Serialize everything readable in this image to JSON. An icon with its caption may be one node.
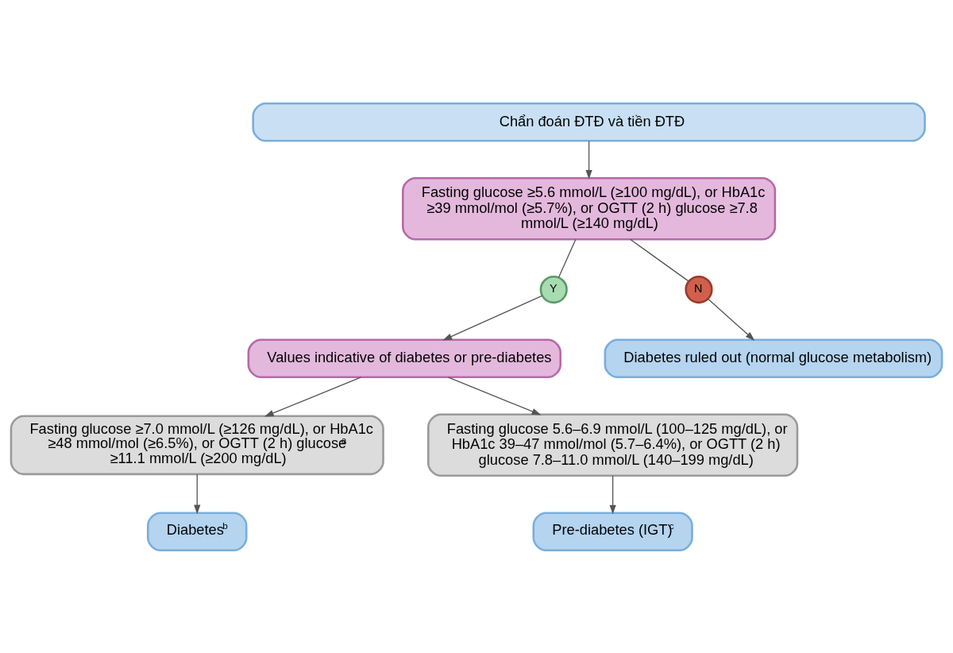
{
  "diagram": {
    "nodes": [
      {
        "text": [
          "Chẩn đoán ĐTĐ và tiền ĐTĐ"
        ]
      },
      {
        "text": [
          "Fasting glucose ≥5.6 mmol/L (≥100 mg/dL), or HbA1c ≥39 mmol/mol (≥5.7%), or OGTT (2 h) glucose ≥7.8 mmol/L (≥140 mg/dL)"
        ]
      },
      {
        "text": [
          "Y"
        ]
      },
      {
        "text": [
          "N"
        ]
      },
      {
        "text": [
          "Values indicative of diabetes or pre-diabetes"
        ]
      },
      {
        "text": [
          "Diabetes ruled out (normal glucose metabolism)"
        ]
      },
      {
        "text": [
          "Fasting glucose ≥7.0 mmol/L (≥126 mg/dL), or HbA1c ≥48 mmol/mol (≥6.5%), or OGTT (2 h) glucose$^{a}$ ≥11.1 mmol/L (≥200 mg/dL)"
        ]
      },
      {
        "text": [
          "Fasting glucose 5.6–6.9 mmol/L (100–125 mg/dL), or HbA1c 39–47 mmol/mol (5.7–6.4%), or OGTT (2 h) glucose 7.8–11.0 mmol/L (140–199 mg/dL)"
        ]
      },
      {
        "text": [
          "Diabetes$^{b}$"
        ]
      },
      {
        "text": [
          "Pre-diabetes (IGT)$^{c}$"
        ]
      }
    ],
    "edges": [
      {
        "from": 0,
        "to": 1,
        "arrow": "to"
      },
      {
        "from": 1,
        "to": 2,
        "arrow": "none"
      },
      {
        "from": 2,
        "to": 4,
        "arrow": "to"
      },
      {
        "from": 1,
        "to": 3,
        "arrow": "none"
      },
      {
        "from": 3,
        "to": 5,
        "arrow": "to"
      },
      {
        "from": 4,
        "to": 6,
        "arrow": "to"
      },
      {
        "from": 4,
        "to": 7,
        "arrow": "to"
      },
      {
        "from": 6,
        "to": 8,
        "arrow": "to"
      },
      {
        "from": 7,
        "to": 9,
        "arrow": "to"
      }
    ]
  }
}
